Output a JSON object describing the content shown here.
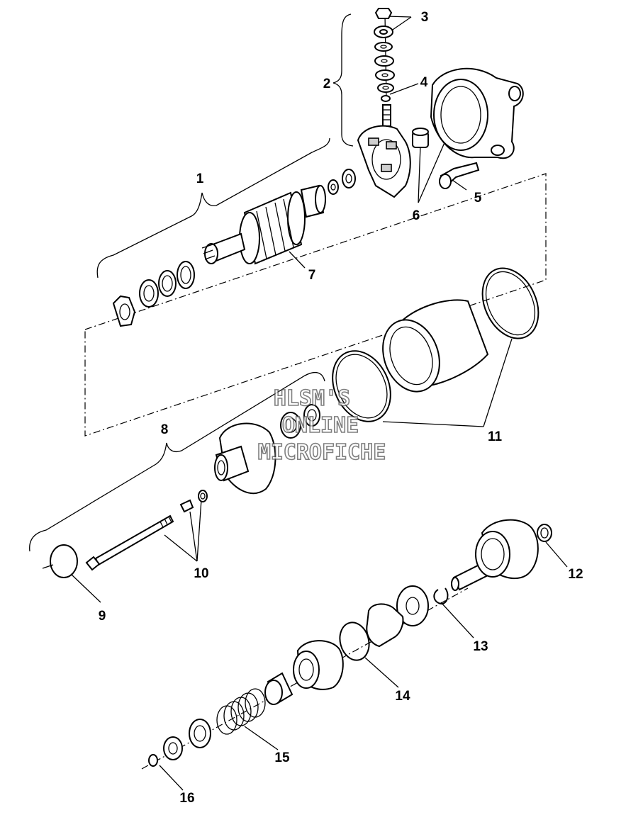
{
  "labels": {
    "l1": "1",
    "l2": "2",
    "l3": "3",
    "l4": "4",
    "l5": "5",
    "l6": "6",
    "l7": "7",
    "l8": "8",
    "l9": "9",
    "l10": "10",
    "l11": "11",
    "l12": "12",
    "l13": "13",
    "l14": "14",
    "l15": "15",
    "l16": "16"
  },
  "watermark": {
    "line1": "HLSM'S",
    "line2": "ONLINE",
    "line3": "MICROFICHE"
  }
}
